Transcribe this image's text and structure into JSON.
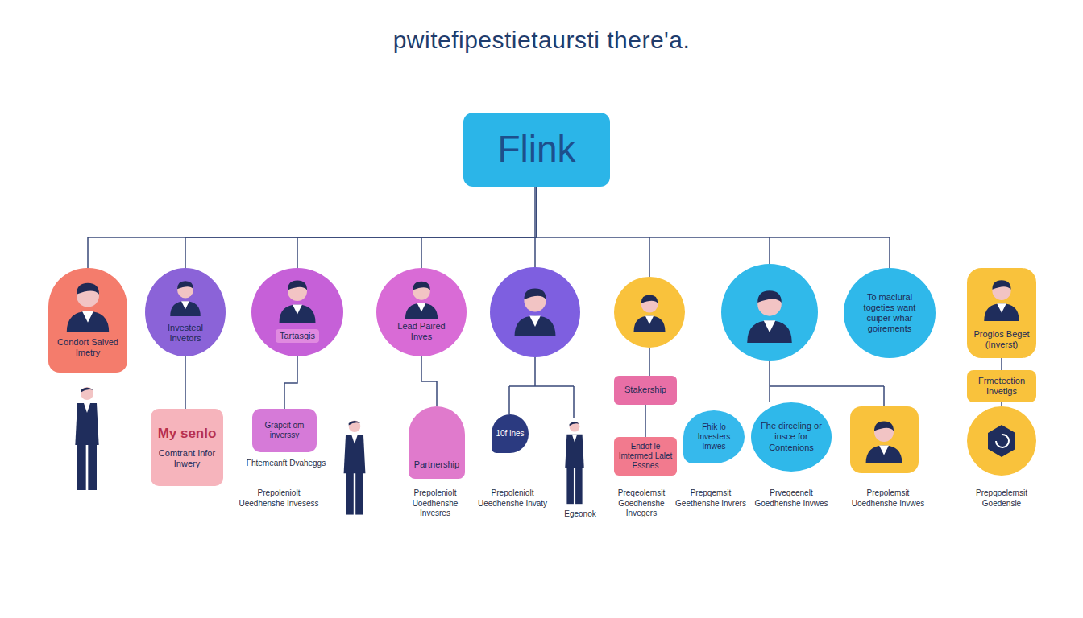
{
  "diagram": {
    "title": "pwitefipestietaursti there'a.",
    "nodes": [
      {
        "text": [
          "Flink"
        ]
      },
      {
        "text": [
          "Condort Saived Imetry"
        ]
      },
      {
        "text": [
          "Investeal Invetors"
        ]
      },
      {
        "text": [
          "Tartasgis"
        ]
      },
      {
        "text": [
          "Lead Paired Inves"
        ]
      },
      {
        "text": [
          "To maclural togeties want cuiper whar goirements"
        ]
      },
      {
        "text": [
          "Progios Beget (Inverst)"
        ]
      },
      {
        "text": [
          "My senlo",
          "Comtrant Infor Inwery"
        ]
      },
      {
        "text": [
          "Grapcit om inverssy"
        ]
      },
      {
        "text": [
          "Partnership"
        ]
      },
      {
        "text": [
          "10f ines"
        ]
      },
      {
        "text": [
          "Stakership"
        ]
      },
      {
        "text": [
          "Endof le Imtermed Lalet Essnes"
        ]
      },
      {
        "text": [
          "Fhik lo Investers Imwes"
        ]
      },
      {
        "text": [
          "Fhe dirceling or insce for Contenions"
        ]
      },
      {
        "text": [
          "Frmetection Invetigs"
        ]
      }
    ],
    "edges": [
      {
        "from": 0,
        "to": 1,
        "arrow": "none"
      },
      {
        "from": 0,
        "to": 2,
        "arrow": "none"
      },
      {
        "from": 0,
        "to": 3,
        "arrow": "none"
      },
      {
        "from": 0,
        "to": 4,
        "arrow": "none"
      },
      {
        "from": 0,
        "to": 5,
        "arrow": "none"
      },
      {
        "from": 2,
        "to": 7,
        "arrow": "none"
      },
      {
        "from": 3,
        "to": 8,
        "arrow": "none"
      },
      {
        "from": 4,
        "to": 9,
        "arrow": "none"
      },
      {
        "from": 11,
        "to": 12,
        "arrow": "none"
      },
      {
        "from": 6,
        "to": 15,
        "arrow": "none"
      }
    ],
    "labels": [
      "Fhtemeanft Dvaheggs",
      "Prepoleniolt Ueedhenshe Invesess",
      "Prepoleniolt Uoedhenshe Invesres",
      "Prepoleniolt Ueedhenshe Invaty",
      "Egeonok",
      "Preqeolemsit Goedhenshe Invegers",
      "Prepqemsit Geethenshe Invrers",
      "Prveqeenelt Goedhenshe Invwes",
      "Prepolemsit Uoedhenshe Invwes",
      "Prepqoelemsit Goedensie"
    ]
  }
}
